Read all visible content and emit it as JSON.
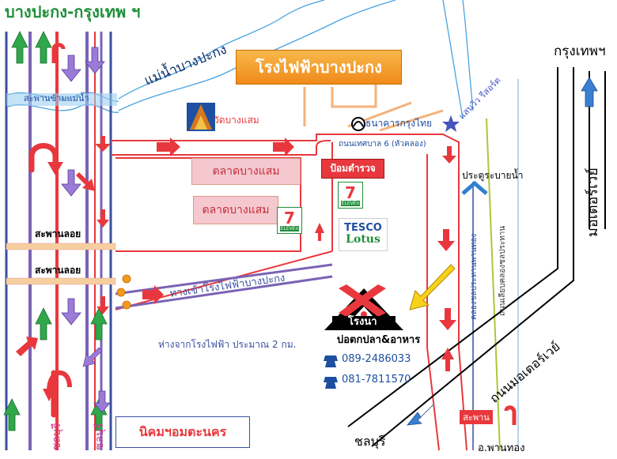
{
  "header": {
    "top_left": "บางปะกง-กรุงเทพ ฯ",
    "top_right": "กรุงเทพฯ"
  },
  "landmarks": {
    "power_plant": "โรงไฟฟ้าบางปะกง",
    "river": "แม่น้ำบางปะกง",
    "river_bridge": "สะพานข้ามแม่น้ำ",
    "temple": "วัดบางแสม",
    "bank": "ธนาคารกรุงไทย",
    "resort": "แสนวิว รีสอร์ต",
    "road_thesaban": "ถนนเทศบาล 6 (หัวคลอง)",
    "police_box": "ป้อมตำรวจ",
    "market_1": "ตลาดบางแสม",
    "market_2": "ตลาดบางแสม",
    "seven_eleven_1": "7",
    "seven_eleven_1_sub": "ELEVEn",
    "seven_eleven_2": "7",
    "seven_eleven_2_sub": "ELEVEn",
    "tesco_top": "TESCO",
    "tesco_bottom": "Lotus",
    "water_gate": "ประตูระบายน้ำ",
    "canal": "คลองชลประทานพานทอง",
    "canal_road": "ถนนเลียบคลองชลประทาน",
    "flyover_1": "สะพานลอย",
    "flyover_2": "สะพานลอย",
    "entrance": "ทางเข้าโรงไฟฟ้าบางปะกง",
    "distance_note": "ห่างจากโรงไฟฟ้า ประมาณ 2 กม.",
    "motorway_1": "มอเตอร์เวย์",
    "motorway_2": "ถนนมอเตอร์เวย์",
    "chonburi_left_1": "ชลบุรี",
    "chonburi_left_2": "ชลบุรี",
    "chonburi_bottom": "ชลบุรี",
    "industrial_estate": "นิคมฯอมตะนคร",
    "bridge_small": "สะพาน",
    "phanthong": "อ.พานทอง"
  },
  "restaurant": {
    "name": "โรงนา",
    "tagline": "บ่อตกปลา&อาหาร",
    "phones": [
      "089-2486033",
      "081-7811570"
    ]
  },
  "colors": {
    "road_red": "#e8383d",
    "road_purple": "#7a63b5",
    "road_blue": "#3a4fa0",
    "river_blue": "#4aa3df",
    "orange_road": "#f5b27a",
    "canal_green": "#a8c93a",
    "power_orange": "#f5a623",
    "title_green": "#1f8f3a"
  },
  "icons": [
    "arrow-up-green",
    "arrow-down-purple",
    "arrow-right-red",
    "u-turn-red",
    "phone-icon",
    "bank-logo",
    "star-icon",
    "temple-icon",
    "seven-eleven-logo"
  ]
}
